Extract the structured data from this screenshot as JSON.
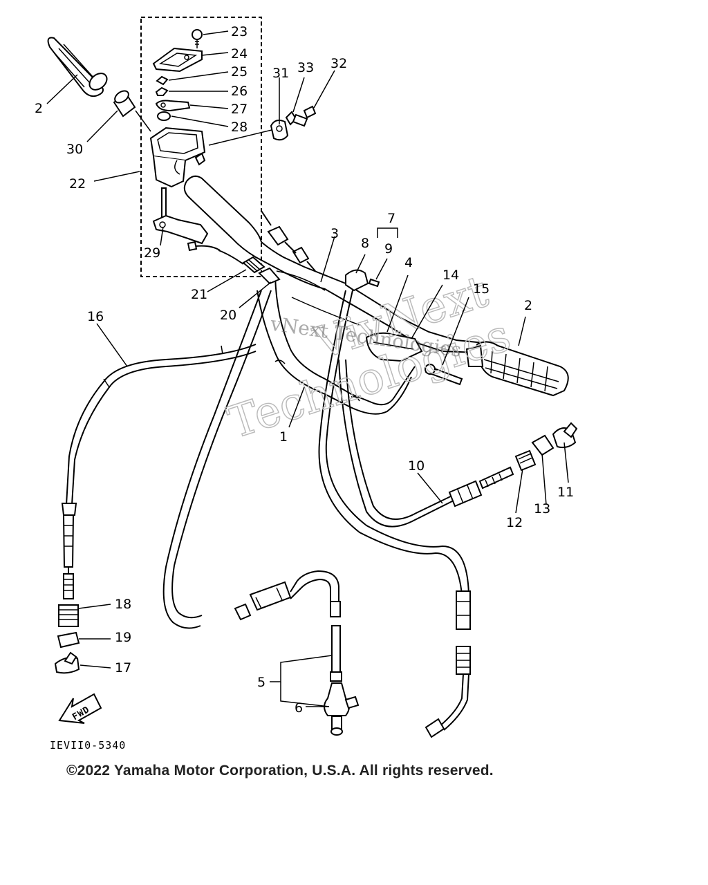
{
  "diagram": {
    "callouts": {
      "c1": "1",
      "c2a": "2",
      "c2b": "2",
      "c3": "3",
      "c4": "4",
      "c5": "5",
      "c6": "6",
      "c7": "7",
      "c8": "8",
      "c9": "9",
      "c10": "10",
      "c11": "11",
      "c12": "12",
      "c13": "13",
      "c14": "14",
      "c15": "15",
      "c16": "16",
      "c17": "17",
      "c18": "18",
      "c19": "19",
      "c20": "20",
      "c21": "21",
      "c22": "22",
      "c23": "23",
      "c24": "24",
      "c25": "25",
      "c26": "26",
      "c27": "27",
      "c28": "28",
      "c29": "29",
      "c30": "30",
      "c31": "31",
      "c32": "32",
      "c33": "33"
    },
    "fwd_label": "FWD",
    "drawing_code": "IEVII0-5340",
    "watermark_line1": "VivNext",
    "watermark_line2": "Technologies",
    "watermark_overlay": "vNext Technologies"
  },
  "copyright": "©2022 Yamaha Motor Corporation, U.S.A. All rights reserved."
}
